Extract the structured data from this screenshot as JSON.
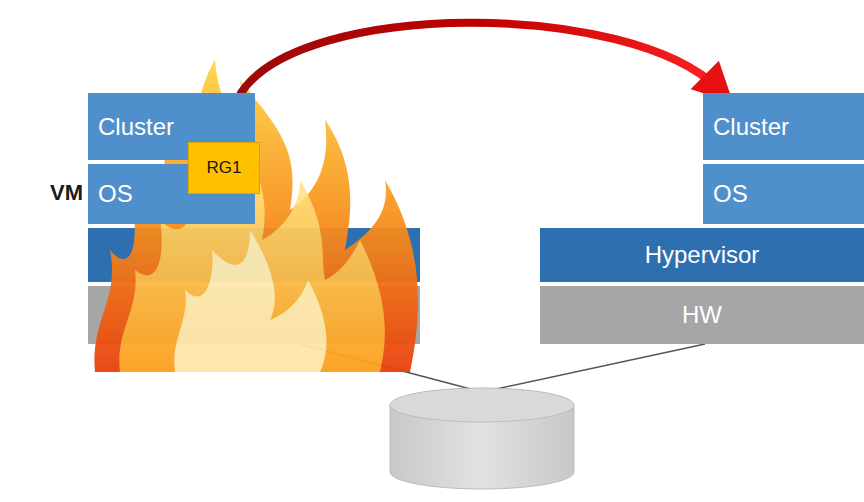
{
  "diagram": {
    "nodes": [
      {
        "text": [
          "Cluster"
        ]
      },
      {
        "text": [
          "RG1"
        ]
      },
      {
        "text": [
          "OS"
        ]
      },
      {
        "text": [
          "Cluster"
        ]
      },
      {
        "text": [
          "OS"
        ]
      },
      {
        "text": [
          "Hypervisor"
        ]
      },
      {
        "text": [
          "HW"
        ]
      }
    ],
    "edges": [
      {
        "from": 0,
        "to": 3,
        "arrow": "to"
      }
    ],
    "labels": [
      "VM"
    ]
  }
}
